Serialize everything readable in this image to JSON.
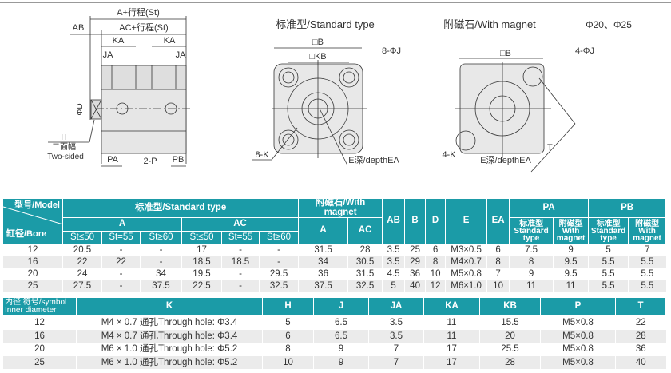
{
  "drawings": {
    "side": {
      "a_st": "A+行程(St)",
      "ac_st": "AC+行程(St)",
      "ab": "AB",
      "ka1": "KA",
      "ka2": "KA",
      "ja1": "JA",
      "ja2": "JA",
      "phi_d": "ΦD",
      "h": "H",
      "two_face": "二面幅",
      "two_sided": "Two-sided",
      "pa": "PA",
      "p2": "2-P",
      "pb": "PB"
    },
    "standard": {
      "title": "标准型/Standard type",
      "b": "□B",
      "kb": "□KB",
      "j8": "8-ΦJ",
      "k8": "8-K",
      "e": "E深/depthEA"
    },
    "magnet": {
      "title": "附磁石/With magnet",
      "bores": "Φ20、Φ25",
      "b": "□B",
      "j4": "4-ΦJ",
      "k4": "4-K",
      "e": "E深/depthEA",
      "t": "T"
    }
  },
  "table1": {
    "h_model": "型号/Model",
    "h_bore": "缸径/Bore",
    "h_standard": "标准型/Standard type",
    "h_magnet": "附磁石/With magnet",
    "h_A": "A",
    "h_AC": "AC",
    "h_mA": "A",
    "h_mAC": "AC",
    "h_AB": "AB",
    "h_B": "B",
    "h_D": "D",
    "h_E": "E",
    "h_EA": "EA",
    "h_PA": "PA",
    "h_PB": "PB",
    "st": [
      "St≤50",
      "St=55",
      "St≥60",
      "St≤50",
      "St=55",
      "St≥60"
    ],
    "sub": [
      "标准型",
      "Standard",
      "type",
      "附磁型",
      "With",
      "magnet",
      "标准型",
      "Standard",
      "type",
      "附磁型",
      "With",
      "magnet"
    ],
    "rows": [
      [
        "12",
        "20.5",
        "-",
        "-",
        "17",
        "-",
        "-",
        "31.5",
        "28",
        "3.5",
        "25",
        "6",
        "M3×0.5",
        "6",
        "7.5",
        "9",
        "5",
        "7"
      ],
      [
        "16",
        "22",
        "22",
        "-",
        "18.5",
        "18.5",
        "-",
        "34",
        "30.5",
        "3.5",
        "29",
        "8",
        "M4×0.7",
        "8",
        "8",
        "9.5",
        "5.5",
        "5.5"
      ],
      [
        "20",
        "24",
        "-",
        "34",
        "19.5",
        "-",
        "29.5",
        "36",
        "31.5",
        "4.5",
        "36",
        "10",
        "M5×0.8",
        "7",
        "9",
        "9.5",
        "5.5",
        "5.5"
      ],
      [
        "25",
        "27.5",
        "-",
        "37.5",
        "22.5",
        "-",
        "32.5",
        "37.5",
        "32.5",
        "5",
        "40",
        "12",
        "M6×1.0",
        "10",
        "11",
        "11",
        "5.5",
        "5.5"
      ]
    ]
  },
  "table2": {
    "h_inner": "内径",
    "h_symbol": "符号/symbol",
    "h_inner_en": "Inner diameter",
    "headers": [
      "K",
      "H",
      "J",
      "JA",
      "KA",
      "KB",
      "P",
      "T"
    ],
    "rows": [
      [
        "12",
        "M4 × 0.7 通孔Through hole: Φ3.4",
        "5",
        "6.5",
        "3.5",
        "11",
        "15.5",
        "M5×0.8",
        "22"
      ],
      [
        "16",
        "M4 × 0.7 通孔Through hole: Φ3.4",
        "6",
        "6.5",
        "3.5",
        "11",
        "20",
        "M5×0.8",
        "28"
      ],
      [
        "20",
        "M6 × 1.0 通孔Through hole: Φ5.2",
        "8",
        "9",
        "7",
        "17",
        "25.5",
        "M5×0.8",
        "36"
      ],
      [
        "25",
        "M6 × 1.0 通孔Through hole: Φ5.2",
        "10",
        "9",
        "7",
        "17",
        "28",
        "M5×0.8",
        "40"
      ]
    ]
  },
  "colors": {
    "header": "#1b9ba7",
    "alt_row": "#ebebeb"
  }
}
